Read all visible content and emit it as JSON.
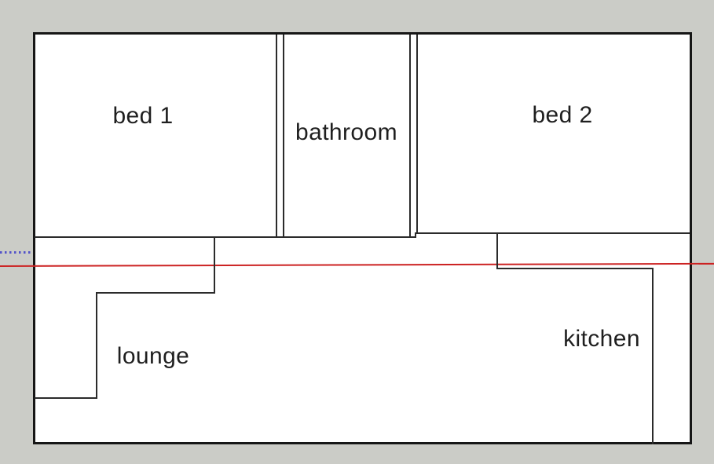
{
  "viewport": {
    "description": "floor plan sketch viewport",
    "background_color": "#cbccc7",
    "paper_color": "#ffffff",
    "wall_color": "#2b2b2b",
    "border_color": "#161616"
  },
  "axes": {
    "red_axis_color": "#cc2222",
    "dotted_axis_color": "#5353c8"
  },
  "rooms": [
    {
      "id": "bed1",
      "label": "bed 1"
    },
    {
      "id": "bathroom",
      "label": "bathroom"
    },
    {
      "id": "bed2",
      "label": "bed 2"
    },
    {
      "id": "lounge",
      "label": "lounge"
    },
    {
      "id": "kitchen",
      "label": "kitchen"
    }
  ]
}
